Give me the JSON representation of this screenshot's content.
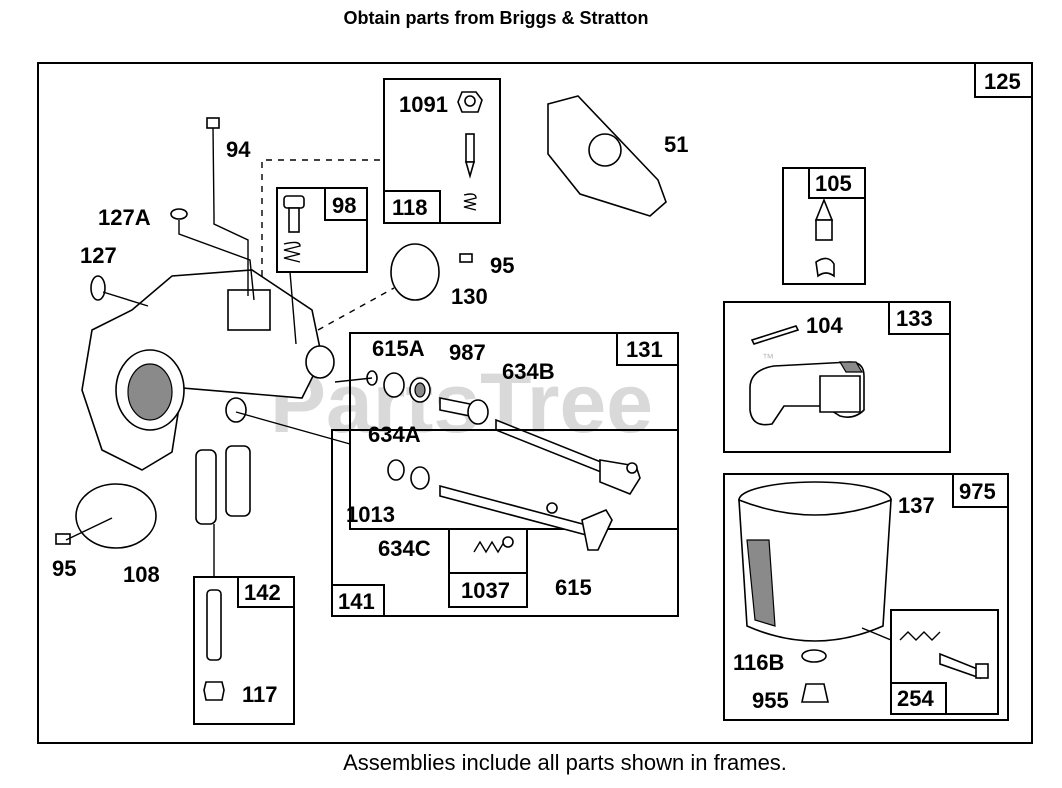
{
  "header": {
    "title": "Obtain parts from Briggs & Stratton"
  },
  "footer": {
    "note": "Assemblies include all parts shown in frames."
  },
  "watermark": {
    "text": "PartsTree",
    "tm": "™"
  },
  "frames": {
    "f125": "125",
    "f118": "118",
    "f98": "98",
    "f105": "105",
    "f133": "133",
    "f131": "131",
    "f141": "141",
    "f1037": "1037",
    "f142": "142",
    "f975": "975",
    "f254": "254"
  },
  "labels": {
    "l94": "94",
    "l127A": "127A",
    "l127": "127",
    "l1091": "1091",
    "l51": "51",
    "l95a": "95",
    "l130": "130",
    "l615A": "615A",
    "l987": "987",
    "l634B": "634B",
    "l634A": "634A",
    "l104": "104",
    "l1013": "1013",
    "l634C": "634C",
    "l615": "615",
    "l137": "137",
    "l95b": "95",
    "l108": "108",
    "l117": "117",
    "l116B": "116B",
    "l955": "955"
  },
  "colors": {
    "line": "#000000",
    "shade": "#8a8a8a",
    "watermark": "#d9d9d9"
  }
}
